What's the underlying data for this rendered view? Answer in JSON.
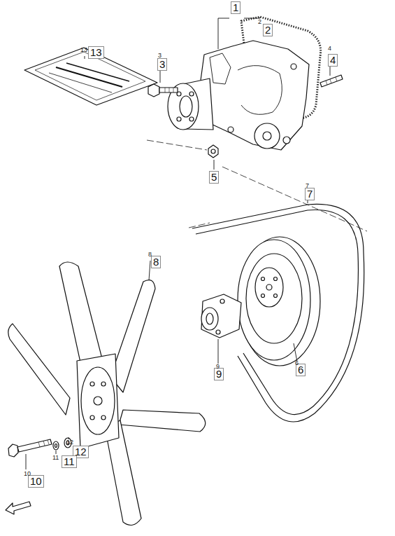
{
  "diagram": {
    "nodes": [
      {
        "text": [
          "1"
        ]
      },
      {
        "text": [
          "2"
        ]
      },
      {
        "text": [
          "13"
        ]
      },
      {
        "text": [
          "4"
        ]
      },
      {
        "text": [
          "3"
        ]
      },
      {
        "text": [
          "5"
        ]
      },
      {
        "text": [
          "7"
        ]
      },
      {
        "text": [
          "8"
        ]
      },
      {
        "text": [
          "6"
        ]
      },
      {
        "text": [
          "9"
        ]
      },
      {
        "text": [
          "12"
        ]
      },
      {
        "text": [
          "11"
        ]
      },
      {
        "text": [
          "10"
        ]
      }
    ],
    "labels": [
      "2",
      "4",
      "13",
      "3",
      "7",
      "8",
      "6",
      "9",
      "12",
      "11",
      "10"
    ]
  }
}
